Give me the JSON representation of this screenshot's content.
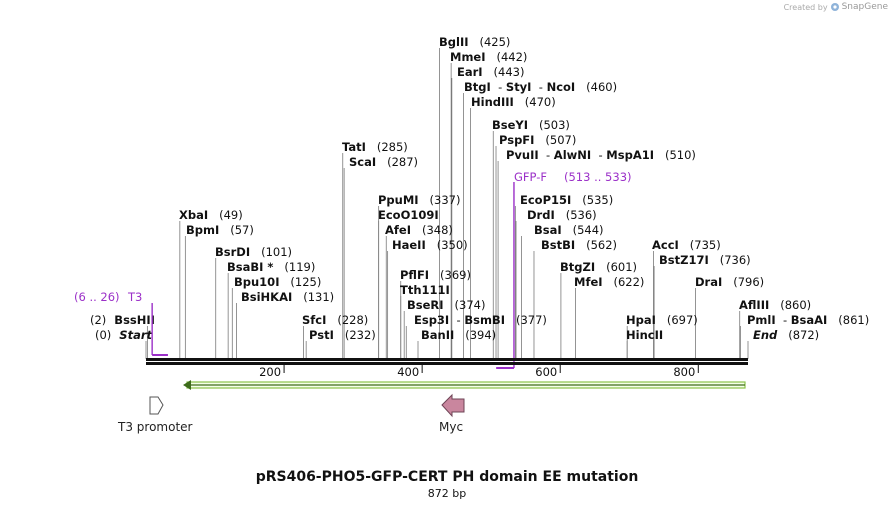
{
  "credit": {
    "created_by": "Created by",
    "brand": "SnapGene",
    "logo_icon": "snapgene-logo-icon"
  },
  "title": "pRS406-PHO5-GFP-CERT PH domain EE mutation",
  "length_label": "872 bp",
  "seq_length": 872,
  "scale_ticks": [
    "200",
    "400",
    "600",
    "800"
  ],
  "colors": {
    "primer": "#9b30c8",
    "feature_arrow": "#8bc34a",
    "myc": "#c9869e",
    "backbone": "#111111"
  },
  "primers": [
    {
      "name": "T3",
      "range": "(6 .. 26)",
      "start": 6,
      "end": 26,
      "direction": "forward"
    },
    {
      "name": "GFP-F",
      "range": "(513 .. 533)",
      "start": 513,
      "end": 533,
      "direction": "reverse"
    }
  ],
  "features": [
    {
      "name": "T3 promoter",
      "start": 6,
      "end": 26,
      "direction": "forward",
      "icon": "promoter-arrow-icon"
    },
    {
      "name": "Myc",
      "start": 430,
      "end": 459,
      "direction": "reverse",
      "icon": "myc-arrow-icon"
    }
  ],
  "sites": [
    {
      "parts": [
        "BglII"
      ],
      "pos": 425,
      "num": "(425)"
    },
    {
      "parts": [
        "MmeI"
      ],
      "pos": 442,
      "num": "(442)"
    },
    {
      "parts": [
        "EarI"
      ],
      "pos": 443,
      "num": "(443)"
    },
    {
      "parts": [
        "BtgI",
        "StyI",
        "NcoI"
      ],
      "pos": 460,
      "num": "(460)"
    },
    {
      "parts": [
        "HindIII"
      ],
      "pos": 470,
      "num": "(470)"
    },
    {
      "parts": [
        "BseYI"
      ],
      "pos": 503,
      "num": "(503)"
    },
    {
      "parts": [
        "PspFI"
      ],
      "pos": 507,
      "num": "(507)"
    },
    {
      "parts": [
        "PvuII",
        "AlwNI",
        "MspA1I"
      ],
      "pos": 510,
      "num": "(510)"
    },
    {
      "parts": [
        "TatI"
      ],
      "pos": 285,
      "num": "(285)"
    },
    {
      "parts": [
        "ScaI"
      ],
      "pos": 287,
      "num": "(287)"
    },
    {
      "parts": [
        "EcoP15I"
      ],
      "pos": 535,
      "num": "(535)"
    },
    {
      "parts": [
        "DrdI"
      ],
      "pos": 536,
      "num": "(536)"
    },
    {
      "parts": [
        "PpuMI"
      ],
      "pos": 337,
      "num": "(337)"
    },
    {
      "parts": [
        "EcoO109I"
      ],
      "pos": 337,
      "num": ""
    },
    {
      "parts": [
        "BsaI"
      ],
      "pos": 544,
      "num": "(544)"
    },
    {
      "parts": [
        "XbaI"
      ],
      "pos": 49,
      "num": "(49)"
    },
    {
      "parts": [
        "AfeI"
      ],
      "pos": 348,
      "num": "(348)"
    },
    {
      "parts": [
        "BstBI"
      ],
      "pos": 562,
      "num": "(562)"
    },
    {
      "parts": [
        "AccI"
      ],
      "pos": 735,
      "num": "(735)"
    },
    {
      "parts": [
        "BpmI"
      ],
      "pos": 57,
      "num": "(57)"
    },
    {
      "parts": [
        "HaeII"
      ],
      "pos": 350,
      "num": "(350)"
    },
    {
      "parts": [
        "BsrDI"
      ],
      "pos": 101,
      "num": "(101)"
    },
    {
      "parts": [
        "BstZ17I"
      ],
      "pos": 736,
      "num": "(736)"
    },
    {
      "parts": [
        "BsaBI *"
      ],
      "pos": 119,
      "num": "(119)"
    },
    {
      "parts": [
        "PflFI"
      ],
      "pos": 369,
      "num": "(369)"
    },
    {
      "parts": [
        "BtgZI"
      ],
      "pos": 601,
      "num": "(601)"
    },
    {
      "parts": [
        "Bpu10I"
      ],
      "pos": 125,
      "num": "(125)"
    },
    {
      "parts": [
        "Tth111I"
      ],
      "pos": 369,
      "num": ""
    },
    {
      "parts": [
        "MfeI"
      ],
      "pos": 622,
      "num": "(622)"
    },
    {
      "parts": [
        "DraI"
      ],
      "pos": 796,
      "num": "(796)"
    },
    {
      "parts": [
        "BsiHKAI"
      ],
      "pos": 131,
      "num": "(131)"
    },
    {
      "parts": [
        "BseRI"
      ],
      "pos": 374,
      "num": "(374)"
    },
    {
      "parts": [
        "AflIII"
      ],
      "pos": 860,
      "num": "(860)"
    },
    {
      "parts": [
        "BssHII"
      ],
      "pos": 2,
      "num": "(2)",
      "num_first": true
    },
    {
      "parts": [
        "SfcI"
      ],
      "pos": 228,
      "num": "(228)"
    },
    {
      "parts": [
        "Esp3I",
        "BsmBI"
      ],
      "pos": 377,
      "num": "(377)"
    },
    {
      "parts": [
        "HpaI"
      ],
      "pos": 697,
      "num": "(697)"
    },
    {
      "parts": [
        "PmlI",
        "BsaAI"
      ],
      "pos": 861,
      "num": "(861)"
    },
    {
      "parts": [
        "Start"
      ],
      "pos": 0,
      "num": "(0)",
      "num_first": true,
      "italic": true
    },
    {
      "parts": [
        "PstI"
      ],
      "pos": 232,
      "num": "(232)"
    },
    {
      "parts": [
        "BanII"
      ],
      "pos": 394,
      "num": "(394)"
    },
    {
      "parts": [
        "HincII"
      ],
      "pos": 697,
      "num": ""
    },
    {
      "parts": [
        "End"
      ],
      "pos": 872,
      "num": "(872)",
      "italic": true
    }
  ]
}
